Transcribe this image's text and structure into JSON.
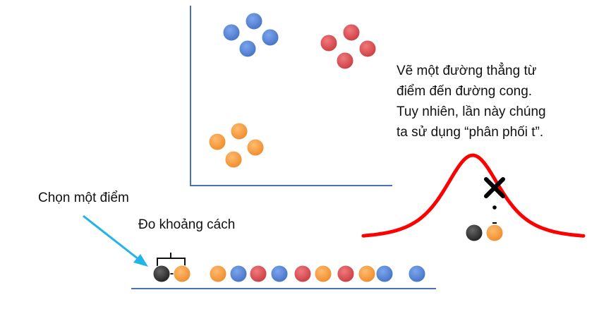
{
  "labels": {
    "pick_point": "Chọn một điểm",
    "measure_distance": "Đo khoảng cách",
    "explanation": [
      "Vẽ một đường thẳng từ",
      "điểm đến đường cong.",
      "Tuy nhiên, lần này chúng",
      "ta sử dụng “phân phối t”."
    ]
  },
  "colors": {
    "blue": "#4f81d7",
    "red": "#e0484d",
    "orange": "#f79a3e",
    "black": "#333333",
    "axis": "#4a72b8",
    "arrow": "#1fb4ea",
    "curve": "#ff0000"
  },
  "clusters": {
    "blue": {
      "color_key": "blue",
      "count": 4
    },
    "red": {
      "color_key": "red",
      "count": 4
    },
    "orange": {
      "color_key": "orange",
      "count": 4
    }
  },
  "number_line": {
    "sequence": [
      "black",
      "orange",
      "orange",
      "blue",
      "red",
      "blue",
      "red",
      "orange",
      "red",
      "orange",
      "blue",
      "blue"
    ]
  },
  "t_distribution": {
    "marker": "cross",
    "points": [
      "black",
      "orange"
    ]
  }
}
